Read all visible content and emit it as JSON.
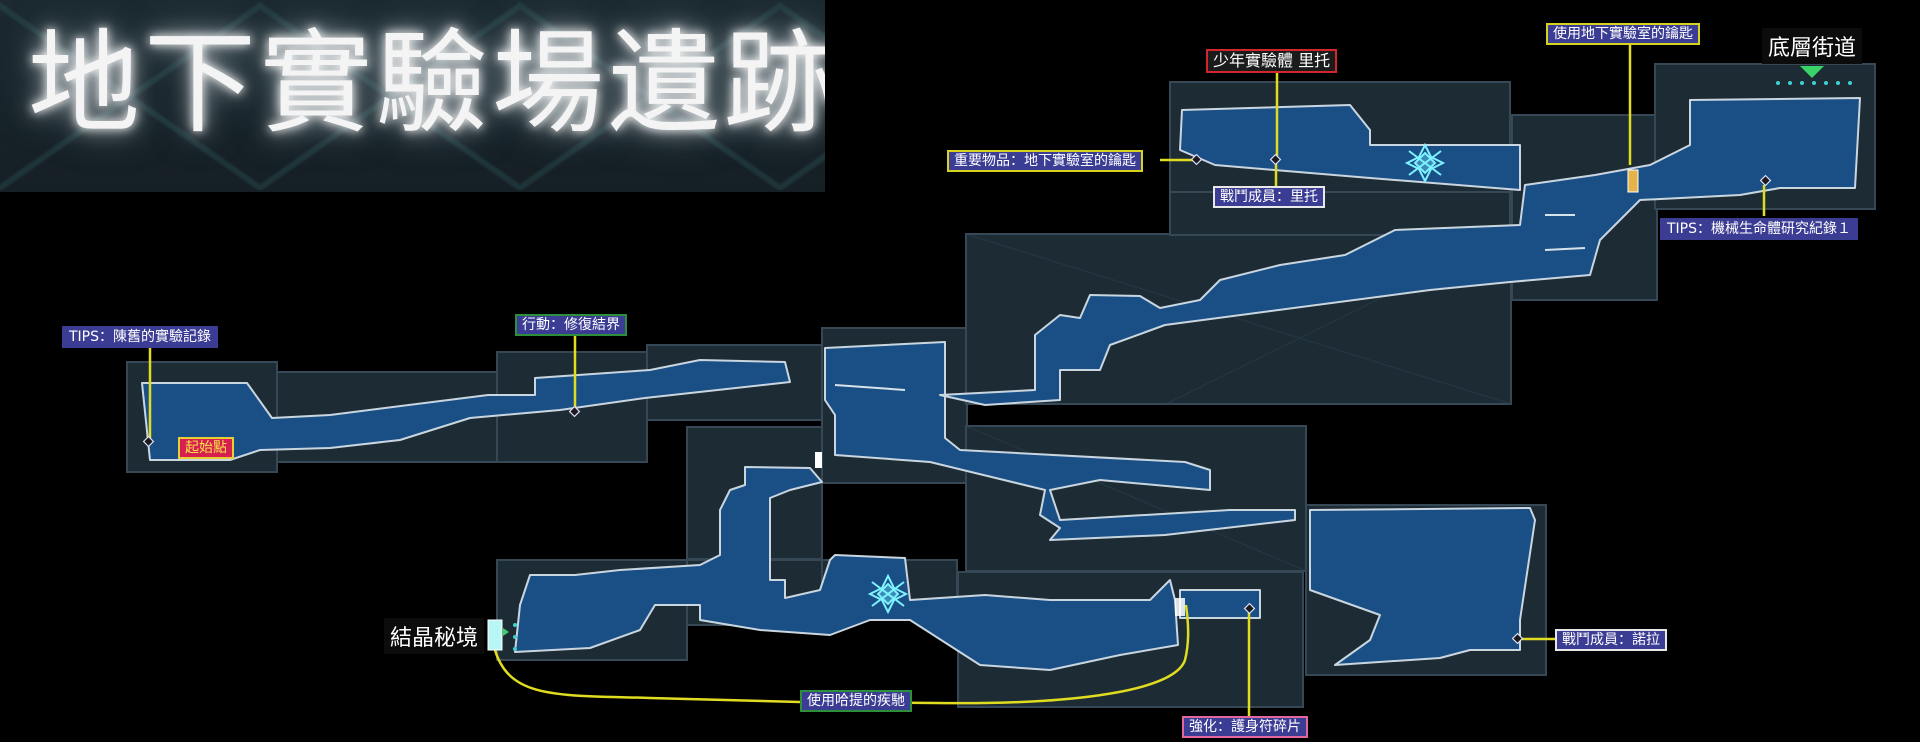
{
  "title": "地下實驗場遺跡",
  "labels": {
    "boss": "少年實驗體 里托",
    "key_door": "使用地下實驗室的鑰匙",
    "exit_street": "底層街道",
    "key_item": "重要物品：地下實驗室的鑰匙",
    "party_rito": "戰鬥成員：里托",
    "tips_machine": "TIPS：機械生命體研究紀錄１",
    "tips_old": "TIPS：陳舊的實驗記錄",
    "action_repair": "行動：修復結界",
    "start": "起始點",
    "crystal": "結晶秘境",
    "dash": "使用哈提的疾馳",
    "party_nora": "戰鬥成員：諾拉",
    "upgrade": "強化：護身符碎片"
  },
  "colors": {
    "room": "#1d2b35",
    "room_border": "#364855",
    "corridor": "#1a4f86",
    "outline": "#c9d6df",
    "connector": "#e0dc20",
    "label_bg": "#3b3c93"
  },
  "icons": [
    "teleport-crystal-icon",
    "map-marker-icon",
    "exit-arrow-icon",
    "door-icon"
  ]
}
